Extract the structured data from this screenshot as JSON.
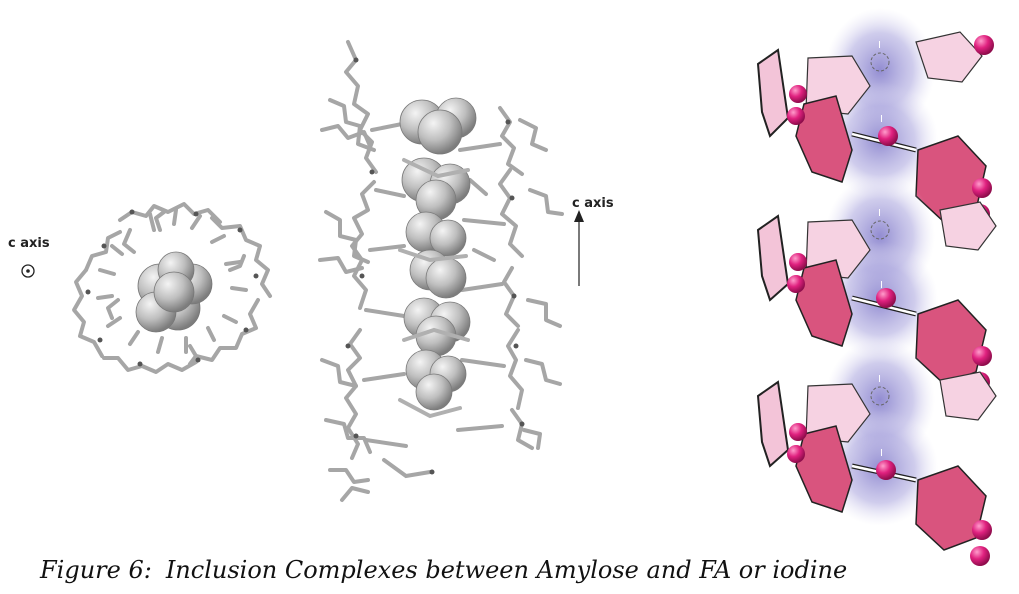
{
  "figure": {
    "number_label": "Figure 6:",
    "caption_text": "Inclusion Complexes between Amylose and FA or iodine"
  },
  "panels": {
    "top_view": {
      "axis_label": "c axis",
      "axis_symbol": "⊙"
    },
    "side_view": {
      "axis_label": "c axis"
    },
    "helix_schematic": {
      "atom_label": "I"
    }
  },
  "colors": {
    "skeleton": "#a9a9a9",
    "sphere": "#bfbfbf",
    "ring_dark": "#d9547e",
    "ring_light": "#f6cfe0",
    "iodine_glow": "#8e88d0",
    "oxygen": "#d81e7a"
  }
}
